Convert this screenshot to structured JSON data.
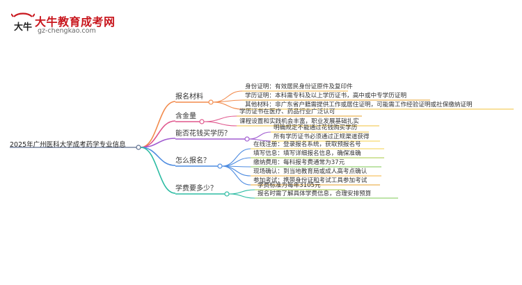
{
  "brand": {
    "name": "大牛教育成考网",
    "url": "gz-chengkao.com",
    "logo_glyph": "大牛",
    "colors": {
      "brand_red": "#c8161d"
    }
  },
  "root": {
    "label": "2025年广州医科大学成考药学专业信息"
  },
  "branches": [
    {
      "label": "报名材料",
      "color": "#f28a4b",
      "items": [
        "身份证明：有效居民身份证原件及复印件",
        "学历证明：本科需专科及以上学历证书，高中或中专学历证明",
        "其他材料：非广东省户籍需提供工作或居住证明，可能需工作经验证明或社保缴纳证明"
      ]
    },
    {
      "label": "含金量",
      "color": "#e0568c",
      "items": [
        "学历证书在医疗、药品行业广泛认可",
        "课程设置和实践机会丰富，职业发展基础扎实"
      ]
    },
    {
      "label": "能否花钱买学历？",
      "color": "#a05bd0",
      "items": [
        "明确规定不能通过花钱购买学历",
        "所有学历证书必须通过正规渠道获得"
      ]
    },
    {
      "label": "怎么报名？",
      "color": "#4c8be0",
      "items": [
        "在线注册：登录报名系统，获取预报名号",
        "填写信息：填写详细报名信息，确保准确",
        "缴纳费用：每科报考费通常为37元",
        "现场确认：到当地教育局或成人高考点确认",
        "参加考试：携带身份证和考试工具参加考试"
      ]
    },
    {
      "label": "学费要多少？",
      "color": "#2bbba2",
      "items": [
        "学费标准为每年3105元",
        "报名时需了解具体学费信息，合理安排预算"
      ]
    }
  ],
  "leaf_colors": [
    "#f6b33c",
    "#e7a12a",
    "#f0c03a",
    "#f4d048",
    "#a4c83f",
    "#7ec850"
  ]
}
